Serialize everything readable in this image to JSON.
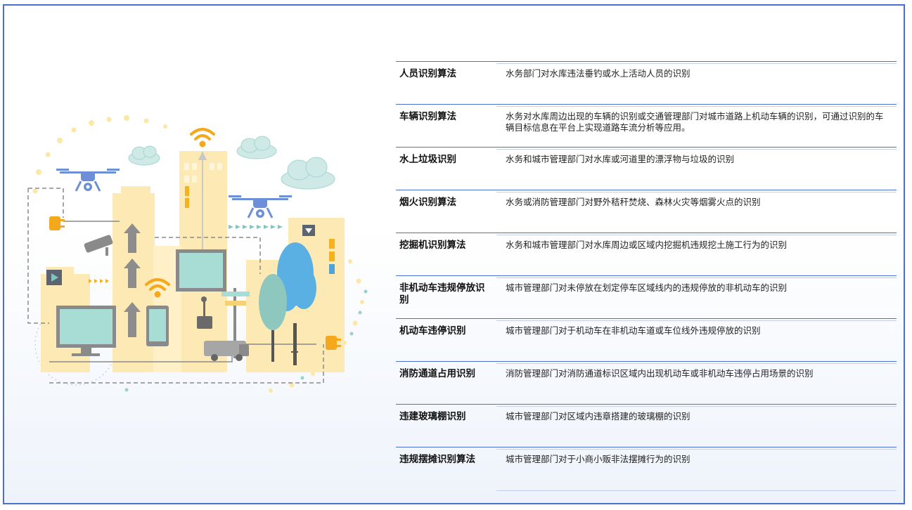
{
  "rows": [
    {
      "name": "人员识别算法",
      "desc": "水务部门对水库违法垂钓或水上活动人员的识别"
    },
    {
      "name": "车辆识别算法",
      "desc": "水务对水库周边出现的车辆的识别或交通管理部门对城市道路上机动车辆的识别，可通过识别的车辆目标信息在平台上实现道路车流分析等应用。"
    },
    {
      "name": "水上垃圾识别",
      "desc": "水务和城市管理部门对水库或河道里的漂浮物与垃圾的识别"
    },
    {
      "name": "烟火识别算法",
      "desc": "水务或消防管理部门对野外秸秆焚烧、森林火灾等烟雾火点的识别"
    },
    {
      "name": "挖掘机识别算法",
      "desc": "水务和城市管理部门对水库周边或区域内挖掘机违规挖土施工行为的识别"
    },
    {
      "name": "非机动车违规停放识别",
      "desc": "城市管理部门对未停放在划定停车区域线内的违规停放的非机动车的识别"
    },
    {
      "name": "机动车违停识别",
      "desc": "城市管理部门对于机动车在非机动车道或车位线外违规停放的识别"
    },
    {
      "name": "消防通道占用识别",
      "desc": "消防管理部门对消防通道标识区域内出现机动车或非机动车违停占用场景的识别"
    },
    {
      "name": "违建玻璃棚识别",
      "desc": "城市管理部门对区域内违章搭建的玻璃棚的识别"
    },
    {
      "name": "违规摆摊识别算法",
      "desc": "城市管理部门对于小商小贩非法摆摊行为的识别"
    }
  ],
  "colors": {
    "rule": "#4b6ed9",
    "frame": "#4a6fd0",
    "building": "#fde9b4",
    "accent_blue": "#6d8fd8",
    "accent_orange": "#f5b21c"
  }
}
